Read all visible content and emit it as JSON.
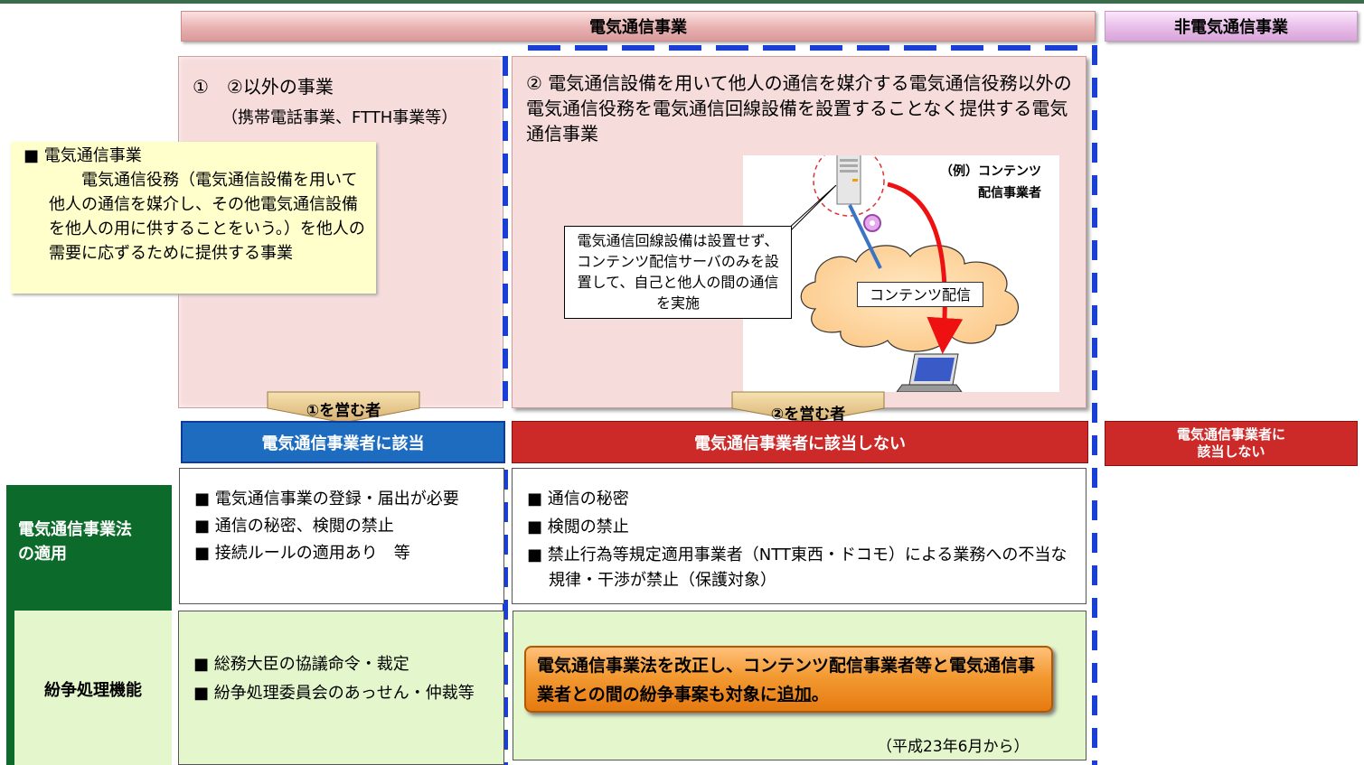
{
  "headers": {
    "telecom_business": "電気通信事業",
    "non_telecom_business": "非電気通信事業"
  },
  "panel1": {
    "title": "①　②以外の事業",
    "subtitle": "（携帯電話事業、FTTH事業等）"
  },
  "panel2": {
    "title": "② 電気通信設備を用いて他人の通信を媒介する電気通信役務以外の電気通信役務を電気通信回線設備を設置することなく提供する電気通信事業"
  },
  "definition": {
    "title": "■ 電気通信事業",
    "body": "電気通信役務（電気通信設備を用いて他人の通信を媒介し、その他電気通信設備を他人の用に供することをいう。）を他人の需要に応ずるために提供する事業"
  },
  "illustration": {
    "callout": "電気通信回線設備は設置せず、コンテンツ配信サーバのみを設置して、自己と他人の間の通信を実施",
    "provider_label_line1": "（例）コンテンツ",
    "provider_label_line2": "配信事業者",
    "cloud_label": "コンテンツ配信",
    "icons": [
      "server-icon",
      "cloud-icon",
      "laptop-icon"
    ]
  },
  "arrows": {
    "operator1": "①を営む者",
    "operator2": "②を営む者"
  },
  "status": {
    "applies": "電気通信事業者に該当",
    "not_applies": "電気通信事業者に該当しない",
    "not_applies_line1": "電気通信事業者に",
    "not_applies_line2": "該当しない"
  },
  "row_labels": {
    "law_line1": "電気通信事業法",
    "law_line2": "の適用",
    "dispute": "紛争処理機能"
  },
  "law_col1": [
    "■ 電気通信事業の登録・届出が必要",
    "■ 通信の秘密、検閲の禁止",
    "■ 接続ルールの適用あり　等"
  ],
  "law_col2": [
    "■ 通信の秘密",
    "■ 検閲の禁止",
    "■ 禁止行為等規定適用事業者（NTT東西・ドコモ）による業務への不当な規律・干渉が禁止（保護対象）"
  ],
  "dispute_col1": [
    "■ 総務大臣の協議命令・裁定",
    "■ 紛争処理委員会のあっせん・仲裁等"
  ],
  "dispute_col2": {
    "highlight_main": "電気通信事業法を改正し、コンテンツ配信事業者等と電気通信事業者との間の紛争事案も対象に",
    "highlight_emph": "追加",
    "highlight_end": "。",
    "date": "（平成23年6月から）"
  },
  "colors": {
    "blue_bar": "#1e6cc0",
    "red_bar": "#cc2929",
    "dark_green": "#0c6b2a",
    "light_green": "#e4f7cc",
    "pink_panel": "#f7dcdc",
    "dash_blue": "#1a3fd4",
    "orange_box": "#f39a32"
  }
}
